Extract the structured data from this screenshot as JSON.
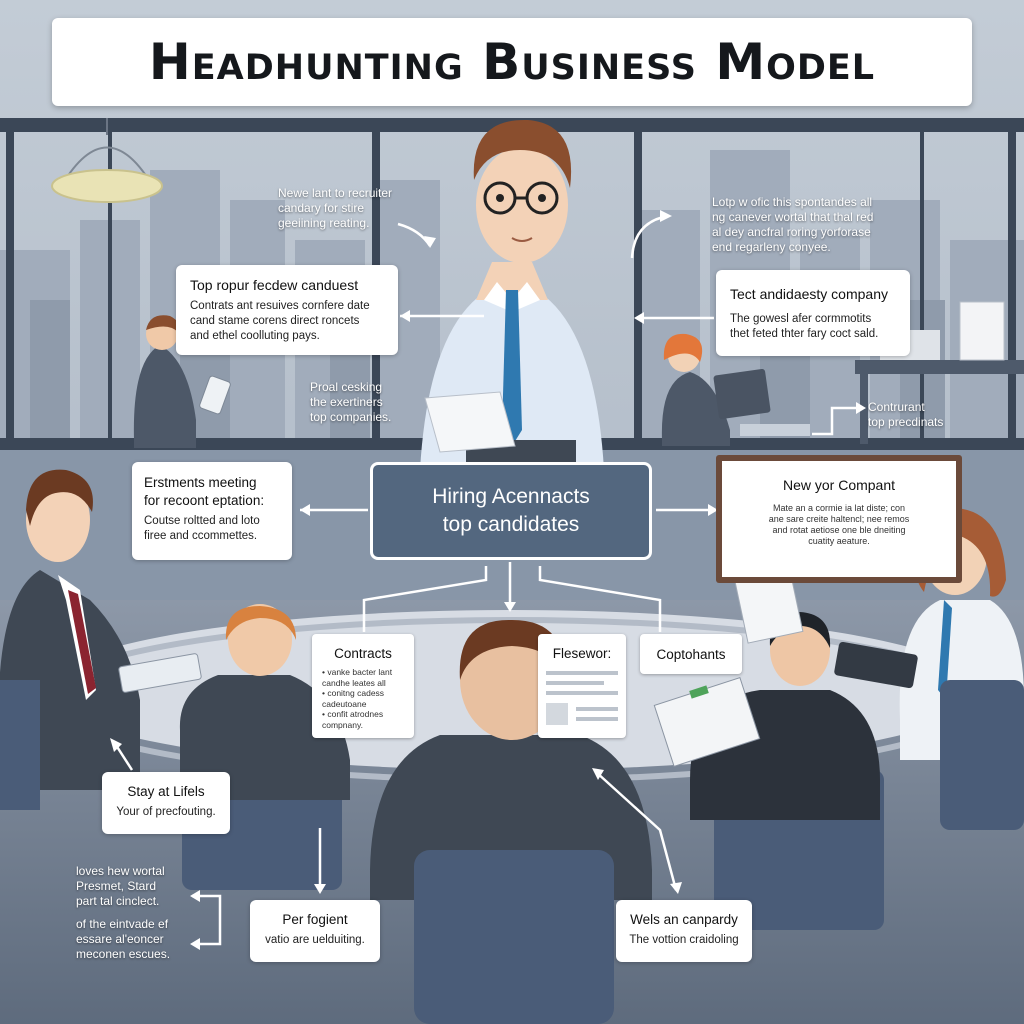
{
  "title": "Headhunting Business Model",
  "center_node": {
    "line1": "Hiring Acennacts",
    "line2": "top candidates"
  },
  "top_left_note": {
    "line1": "Newe lant to recruiter",
    "line2": "candary for stire",
    "line3": "geeiining reating."
  },
  "top_right_note": {
    "line1": "Lotp w ofic this spontandes all",
    "line2": "ng canever wortal that thal red",
    "line3": "al dey ancfral roring yorforase",
    "line4": "end regarleny conyee."
  },
  "left_box_top": {
    "heading": "Top ropur fecdew canduest",
    "line1": "Contrats ant resuives cornfere date",
    "line2": "cand stame corens direct roncets",
    "line3": "and ethel coolluting pays."
  },
  "right_box_top": {
    "heading": "Tect andidaesty company",
    "line1": "The gowesl afer cormmotits",
    "line2": "thet feted thter fary coct sald."
  },
  "middle_left_note": {
    "line1": "Proal cesking",
    "line2": "the exertiners",
    "line3": "top companies."
  },
  "right_small_note": {
    "line1": "Contrurant",
    "line2": "top precdinats"
  },
  "left_box_mid": {
    "line1": "Erstments meeting",
    "line2": "for recoont eptation:",
    "line3": "Coutse roltted and loto",
    "line4": "firee and ccommettes."
  },
  "board": {
    "heading": "New yor Compant",
    "line1": "Mate an a cormie ia lat diste; con",
    "line2": "ane sare creite haltencl; nee remos",
    "line3": "and rotat aetiose one ble dneiting",
    "line4": "cuatity aeature."
  },
  "contracts_card": {
    "heading": "Contracts",
    "line1": "• vanke bacter lant",
    "line2": "candhe leates all",
    "line3": "• conitng cadess",
    "line4": "cadeutoane",
    "line5": "• confit atrodnes",
    "line6": "compnany."
  },
  "flesewor_card": {
    "heading": "Flesewor:"
  },
  "coptohants_card": {
    "heading": "Coptohants"
  },
  "stay_box": {
    "heading": "Stay at Lifels",
    "line1": "Your of precfouting."
  },
  "bottom_left_note": {
    "line1": "loves hew wortal",
    "line2": "Presmet, Stard",
    "line3": "part tal cinclect.",
    "line4": "of the eintvade ef",
    "line5": "essare al'eoncer",
    "line6": "meconen escues."
  },
  "perf_box": {
    "heading": "Per fogient",
    "line1": "vatio are uelduiting."
  },
  "wels_box": {
    "heading": "Wels an canpardy",
    "line1": "The vottion craidoling"
  },
  "colors": {
    "node": "#53677f",
    "window_frame": "#3b4757",
    "suit": "#3f4854",
    "tie": "#2f79b0",
    "chair": "#4a5c78"
  },
  "icons": [
    "pendant-lamp-icon",
    "tablet-icon",
    "clipboard-icon",
    "arrow-icon"
  ]
}
